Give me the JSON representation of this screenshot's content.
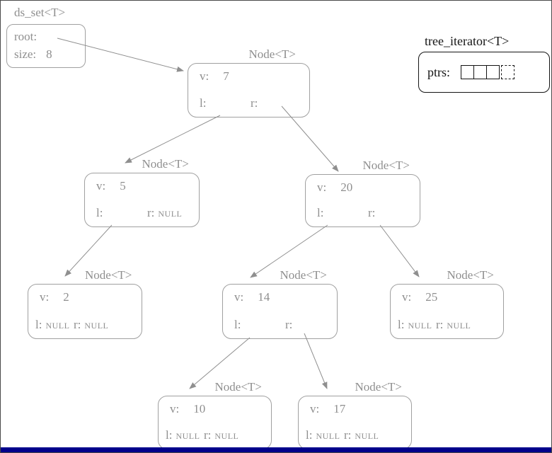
{
  "colors": {
    "gray": "#8f8f8f",
    "border_gray": "#a0a0a0",
    "ink": "#141414",
    "navy": "#00008b",
    "bg": "#ffffff"
  },
  "handle": {
    "title": "ds_set<T>",
    "root_label": "root:",
    "size_label": "size:",
    "size_value": "8"
  },
  "iterator": {
    "title": "tree_iterator<T>",
    "ptrs_label": "ptrs:",
    "cells": [
      "solid",
      "solid",
      "solid",
      "dashed"
    ]
  },
  "labels": {
    "v": "v:",
    "l": "l:",
    "r": "r:"
  },
  "nodes": [
    {
      "title": "Node<T>",
      "v": "7",
      "l": "",
      "r": ""
    },
    {
      "title": "Node<T>",
      "v": "5",
      "l": "",
      "r": "NULL"
    },
    {
      "title": "Node<T>",
      "v": "20",
      "l": "",
      "r": ""
    },
    {
      "title": "Node<T>",
      "v": "2",
      "l": "NULL",
      "r": "NULL"
    },
    {
      "title": "Node<T>",
      "v": "14",
      "l": "",
      "r": ""
    },
    {
      "title": "Node<T>",
      "v": "25",
      "l": "NULL",
      "r": "NULL"
    },
    {
      "title": "Node<T>",
      "v": "10",
      "l": "NULL",
      "r": "NULL"
    },
    {
      "title": "Node<T>",
      "v": "17",
      "l": "NULL",
      "r": "NULL"
    }
  ]
}
